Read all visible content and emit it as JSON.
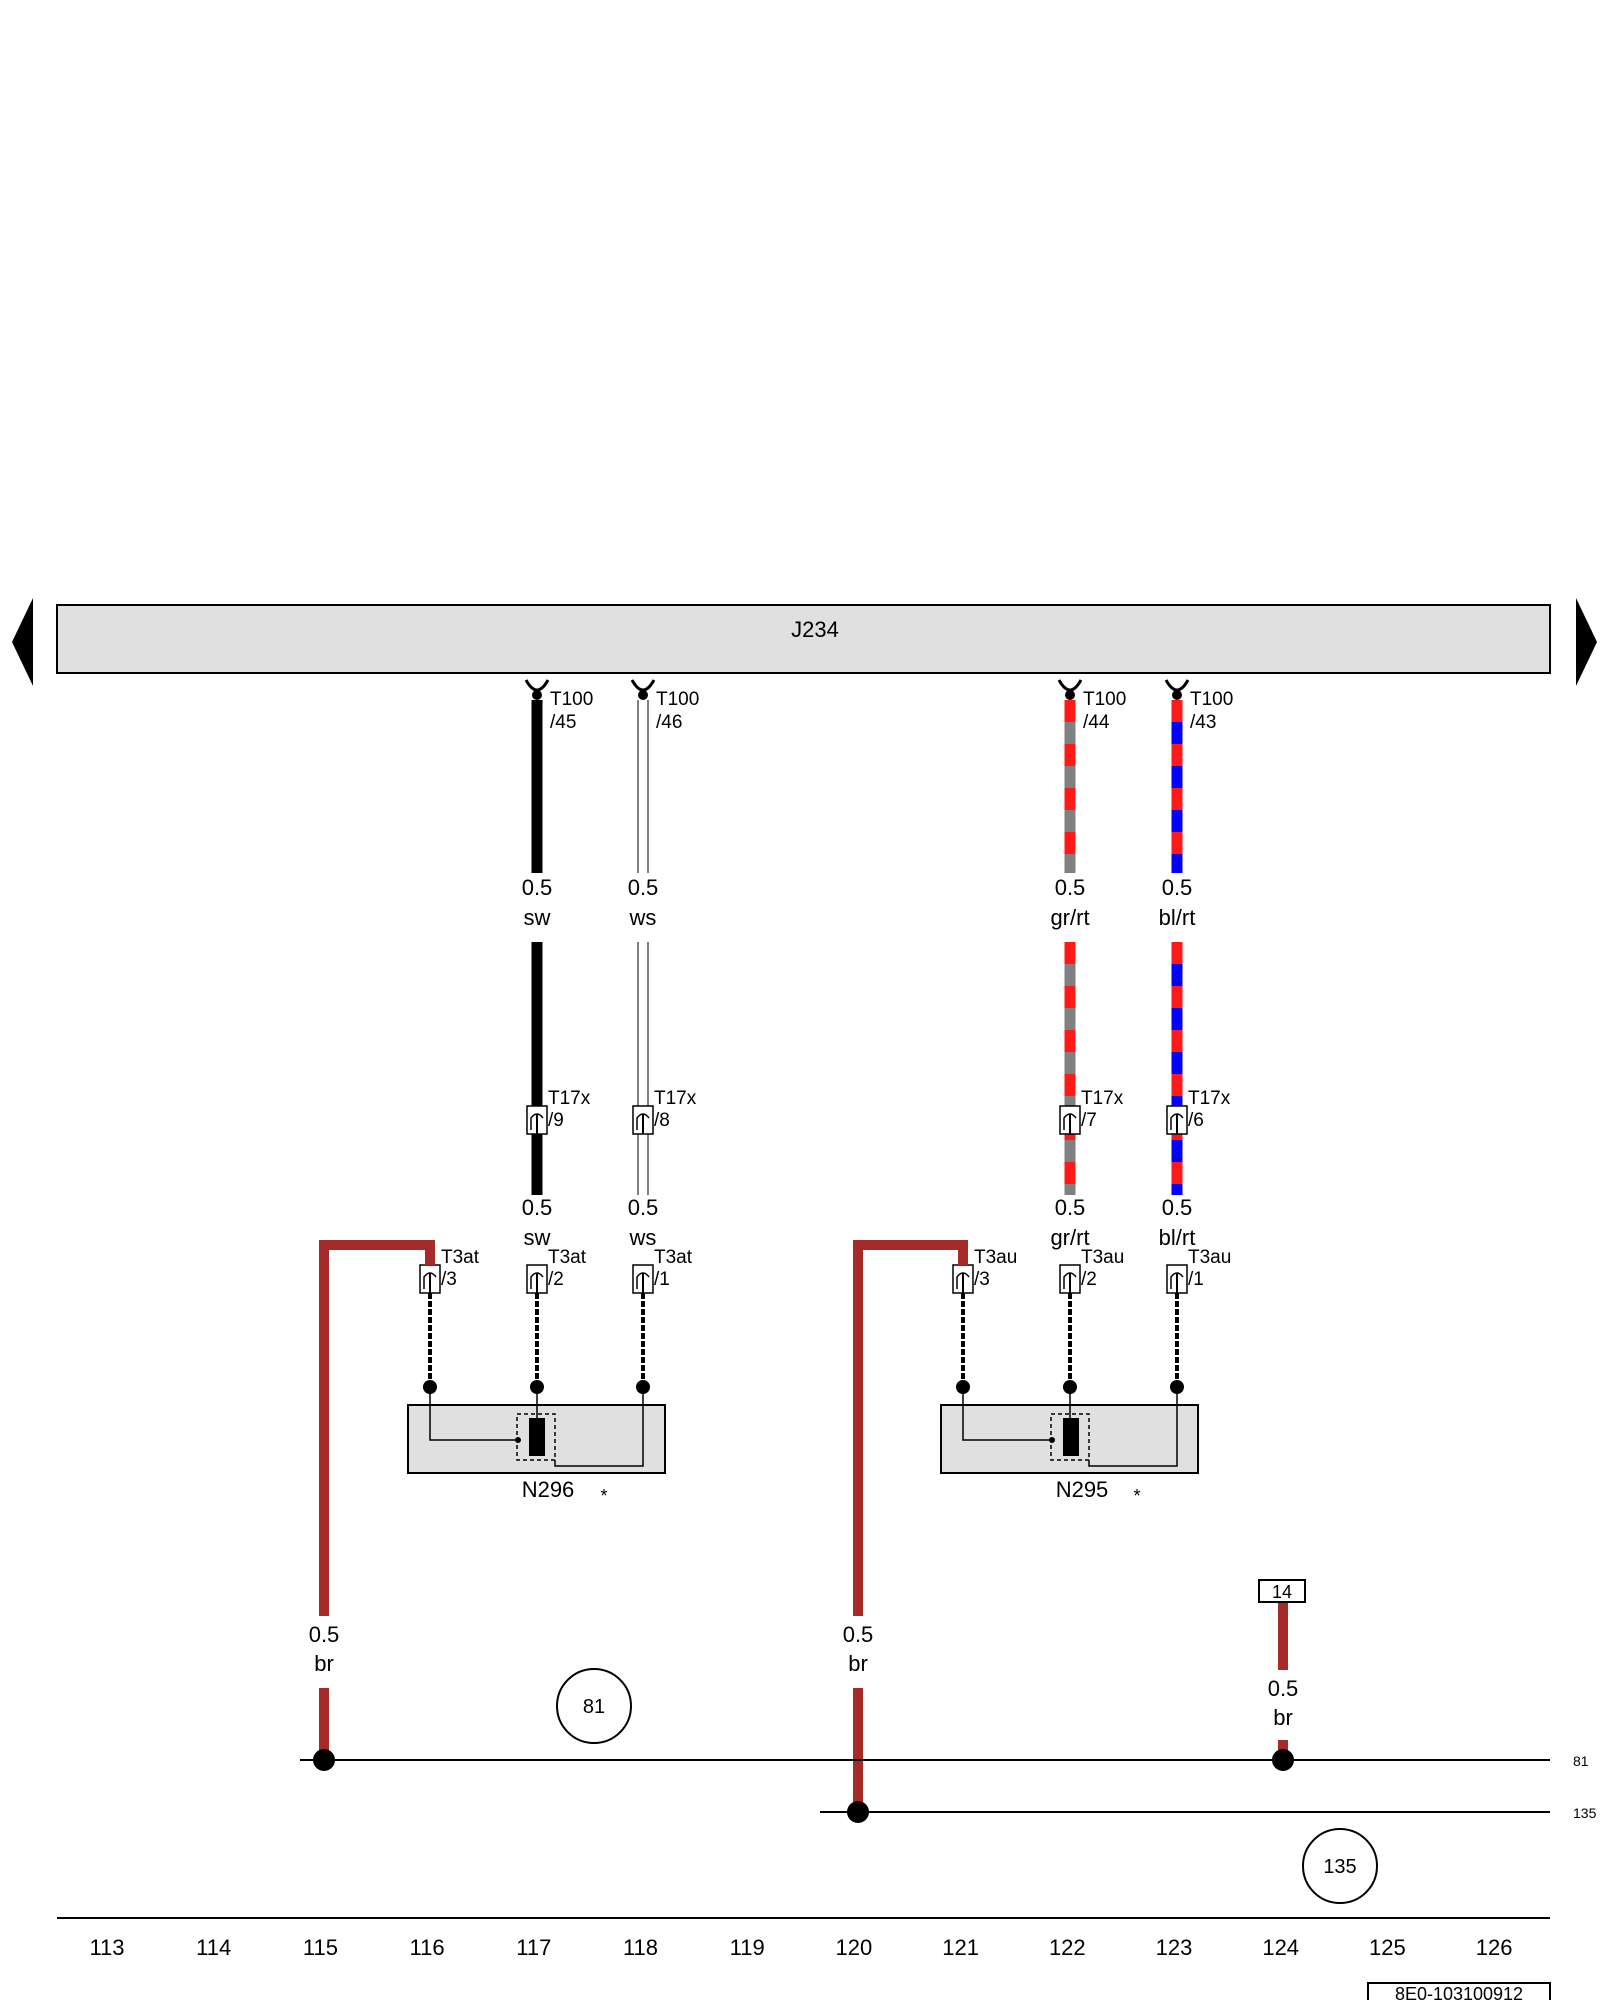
{
  "control_unit": {
    "label": "J234"
  },
  "wires_top": [
    {
      "connector": "T100",
      "pin": "/45",
      "size": "0.5",
      "color_code": "sw",
      "colors": [
        "#000000"
      ]
    },
    {
      "connector": "T100",
      "pin": "/46",
      "size": "0.5",
      "color_code": "ws",
      "colors": [
        "#ffffff"
      ]
    },
    {
      "connector": "T100",
      "pin": "/44",
      "size": "0.5",
      "color_code": "gr/rt",
      "colors": [
        "#808080",
        "#ff1a1a"
      ]
    },
    {
      "connector": "T100",
      "pin": "/43",
      "size": "0.5",
      "color_code": "bl/rt",
      "colors": [
        "#0000ff",
        "#ff1a1a"
      ]
    }
  ],
  "wires_mid": [
    {
      "connector": "T17x",
      "pin": "/9",
      "size": "0.5",
      "color_code": "sw"
    },
    {
      "connector": "T17x",
      "pin": "/8",
      "size": "0.5",
      "color_code": "ws"
    },
    {
      "connector": "T17x",
      "pin": "/7",
      "size": "0.5",
      "color_code": "gr/rt"
    },
    {
      "connector": "T17x",
      "pin": "/6",
      "size": "0.5",
      "color_code": "bl/rt"
    }
  ],
  "sensor_left": {
    "label": "N296",
    "note": "*",
    "pins": [
      {
        "connector": "T3at",
        "pin": "/3"
      },
      {
        "connector": "T3at",
        "pin": "/2"
      },
      {
        "connector": "T3at",
        "pin": "/1"
      }
    ]
  },
  "sensor_right": {
    "label": "N295",
    "note": "*",
    "pins": [
      {
        "connector": "T3au",
        "pin": "/3"
      },
      {
        "connector": "T3au",
        "pin": "/2"
      },
      {
        "connector": "T3au",
        "pin": "/1"
      }
    ]
  },
  "ground_wires": [
    {
      "size": "0.5",
      "color_code": "br"
    },
    {
      "size": "0.5",
      "color_code": "br"
    },
    {
      "size": "0.5",
      "color_code": "br"
    }
  ],
  "ref_box": "14",
  "ground_points": [
    "81",
    "135"
  ],
  "bus_refs": [
    "81",
    "135"
  ],
  "columns": [
    "113",
    "114",
    "115",
    "116",
    "117",
    "118",
    "119",
    "120",
    "121",
    "122",
    "123",
    "124",
    "125",
    "126"
  ],
  "doc_id": "8E0-103100912",
  "colors": {
    "brown": "#a52a2a",
    "panel": "#e0e0e0"
  }
}
